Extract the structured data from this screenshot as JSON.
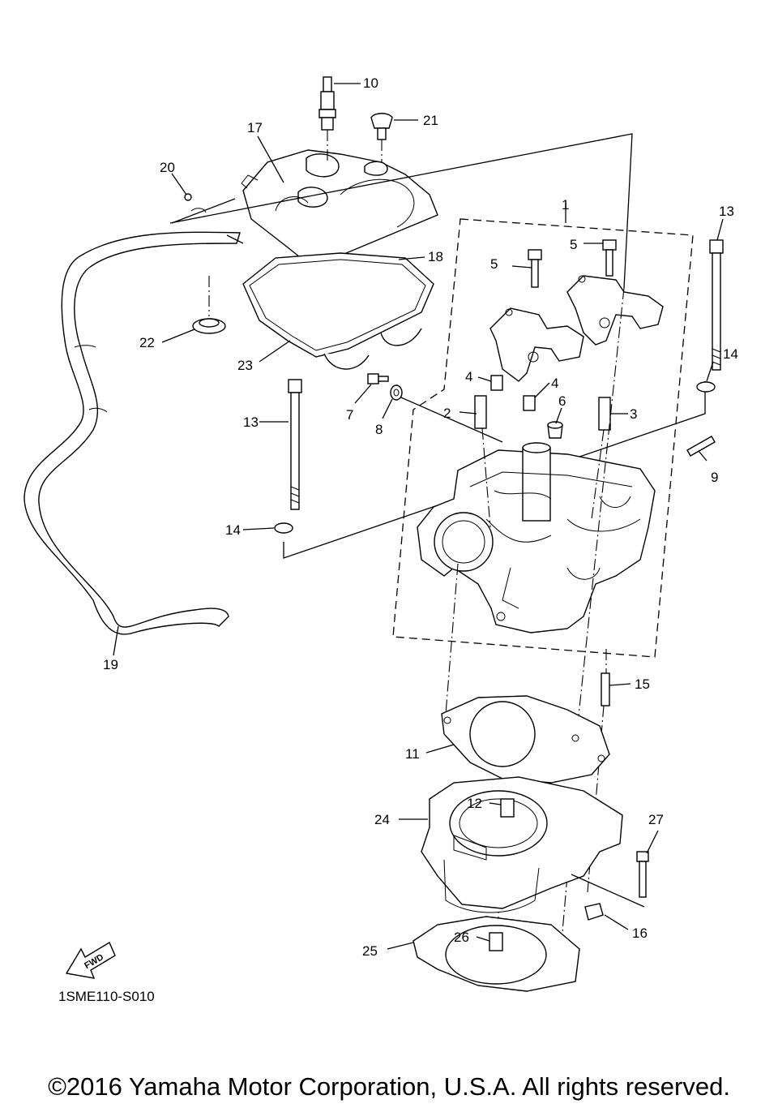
{
  "diagram": {
    "labels": {
      "p1": "1",
      "p2": "2",
      "p3": "3",
      "p4a": "4",
      "p4b": "4",
      "p5a": "5",
      "p5b": "5",
      "p6": "6",
      "p7": "7",
      "p8": "8",
      "p9": "9",
      "p10": "10",
      "p11": "11",
      "p12": "12",
      "p13a": "13",
      "p13b": "13",
      "p14a": "14",
      "p14b": "14",
      "p15": "15",
      "p16": "16",
      "p17": "17",
      "p18": "18",
      "p19": "19",
      "p20": "20",
      "p21": "21",
      "p22": "22",
      "p23": "23",
      "p24": "24",
      "p25": "25",
      "p26": "26",
      "p27": "27"
    },
    "fwd_label": "FWD",
    "icons": [
      "fwd-arrow-icon"
    ]
  },
  "footer": {
    "ref_code": "1SME110-S010",
    "copyright": "©2016 Yamaha Motor Corporation, U.S.A. All rights reserved."
  }
}
